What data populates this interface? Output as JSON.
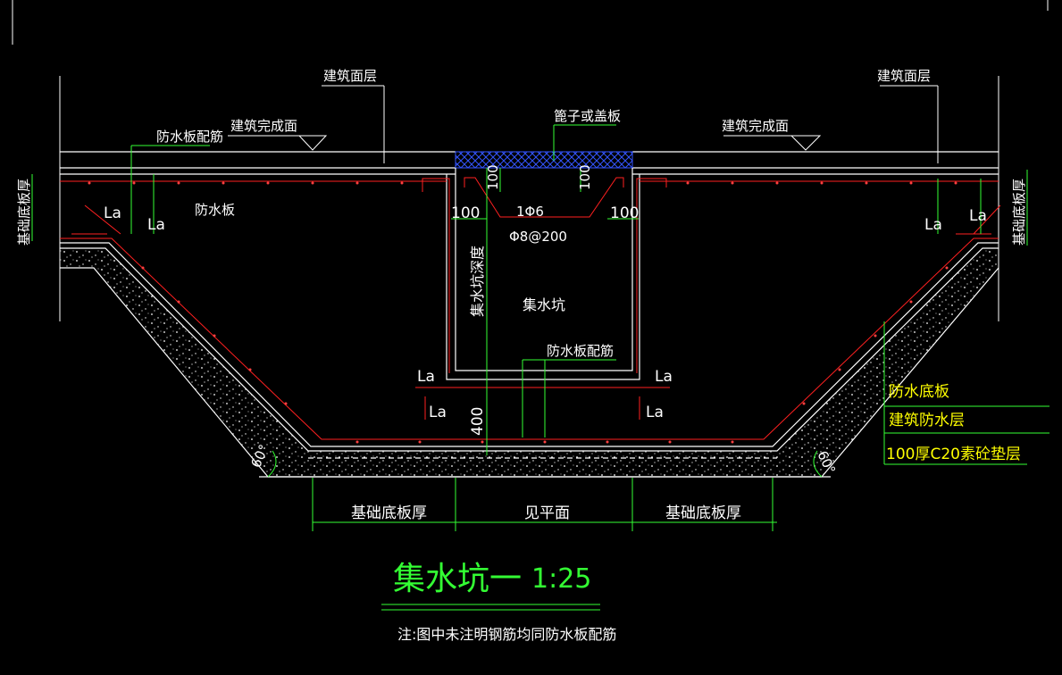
{
  "labels": {
    "building_surface_left": "建筑面层",
    "building_surface_right": "建筑面层",
    "finished_surface_left": "建筑完成面",
    "finished_surface_right": "建筑完成面",
    "grate_cover": "篦子或盖板",
    "waterproof_slab_rebar_top": "防水板配筋",
    "waterproof_slab": "防水板",
    "foundation_thickness_left": "基础底板厚",
    "foundation_thickness_right": "基础底板厚",
    "la": "La",
    "dim_100": "100",
    "bar_1phi6": "1Φ6",
    "bar_phi8_200": "Φ8@200",
    "pit_depth": "集水坑深度",
    "sump_pit": "集水坑",
    "waterproof_slab_rebar_mid": "防水板配筋",
    "dim_400": "400",
    "angle_60_left": "60°",
    "angle_60_right": "60°",
    "bottom_dim_left": "基础底板厚",
    "bottom_dim_mid": "见平面",
    "bottom_dim_right": "基础底板厚"
  },
  "legend": {
    "items": [
      "防水底板",
      "建筑防水层",
      "100厚C20素砼垫层"
    ]
  },
  "title": {
    "name": "集水坑一",
    "scale": "1:25"
  },
  "note": "注:图中未注明钢筋均同防水板配筋",
  "colors": {
    "background": "#000000",
    "line_white": "#ffffff",
    "rebar_red": "#ff2020",
    "leader_green": "#33ff33",
    "legend_yellow": "#ffff00",
    "grate_blue": "#2a4cff"
  }
}
